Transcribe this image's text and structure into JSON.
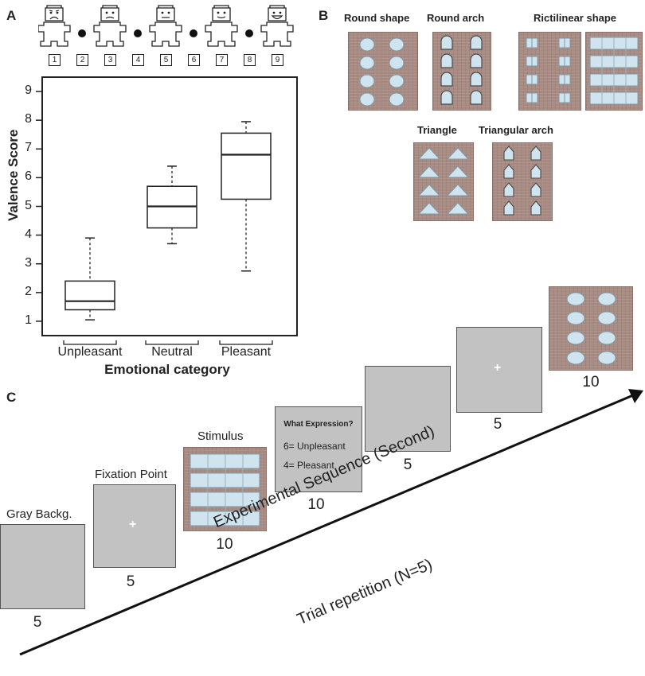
{
  "panels": {
    "a": "A",
    "b": "B",
    "c": "C"
  },
  "sam_scale": [
    "1",
    "2",
    "3",
    "4",
    "5",
    "6",
    "7",
    "8",
    "9"
  ],
  "chart_data": {
    "type": "box",
    "title": "",
    "xlabel": "Emotional category",
    "ylabel": "Valence Score",
    "ylim": [
      0.5,
      9.5
    ],
    "yticks": [
      "1",
      "2",
      "3",
      "4",
      "5",
      "6",
      "7",
      "8",
      "9"
    ],
    "categories": [
      "Unpleasant",
      "Neutral",
      "Pleasant"
    ],
    "boxes": [
      {
        "name": "Unpleasant",
        "min": 1.05,
        "q1": 1.4,
        "median": 1.7,
        "q3": 2.4,
        "max": 3.9
      },
      {
        "name": "Neutral",
        "min": 3.7,
        "q1": 4.25,
        "median": 5.0,
        "q3": 5.7,
        "max": 6.4
      },
      {
        "name": "Pleasant",
        "min": 2.75,
        "q1": 5.25,
        "median": 6.8,
        "q3": 7.55,
        "max": 7.95
      }
    ]
  },
  "facades": {
    "round_shape": "Round shape",
    "round_arch": "Round arch",
    "rectilinear": "Rictilinear shape",
    "triangle": "Triangle",
    "triangular_arch": "Triangular arch"
  },
  "sequence": {
    "gray_label": "Gray Backg.",
    "gray_dur": "5",
    "fixation_label": "Fixation Point",
    "fixation_dur": "5",
    "fixation_symbol": "+",
    "stimulus_label": "Stimulus",
    "stimulus_dur": "10",
    "question_title": "What Expression?",
    "question_opt1": "6= Unpleasant",
    "question_opt2": "4= Pleasant",
    "question_dur": "10",
    "blank_dur": "5",
    "fixation2_dur": "5",
    "fixation2_symbol": "+",
    "final_dur": "10",
    "axis_label": "Experimental Sequence (Second)",
    "repetition_label": "Trial repetition (N=5)"
  },
  "colors": {
    "screen_gray": "#c2c2c2",
    "facade_brick": "#a88b83",
    "window_blue": "#cfe4ee"
  }
}
